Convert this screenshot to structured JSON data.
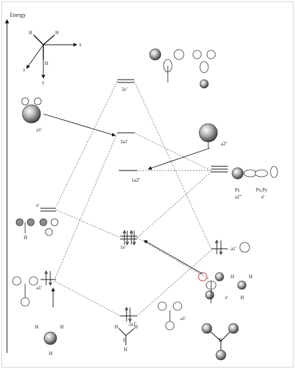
{
  "axes": {
    "energy_label": "Energy",
    "x_label": "x",
    "y_label": "y",
    "z_label": "z",
    "h_top_left": "H",
    "h_top_right": "H",
    "h_bottom": "H"
  },
  "mo_levels": {
    "e_star": "2e'",
    "a1_star": "3a1'",
    "a2_nb": "1a2''",
    "e_bond": "1e'",
    "a1_bond": "2a1'"
  },
  "left_fragment": {
    "a1_top": "a1'",
    "e_label": "e'",
    "a1_low": "a1'",
    "h_label": "H"
  },
  "right_fragment": {
    "a2_label": "a2''",
    "pz_label": "Pz",
    "pz_sym": "a2''",
    "pxpy_label": "Px,Py",
    "pxpy_sym": "e'",
    "s_label": "a1'",
    "e_label": "e'",
    "h1": "H",
    "h2": "H",
    "h3": "H"
  },
  "bottom": {
    "bh3_left_h": "H",
    "bh3_right_h": "H",
    "bh3_bottom_h": "H",
    "bh3_center": "H",
    "a1_label": "a1'",
    "b_label": "B"
  }
}
